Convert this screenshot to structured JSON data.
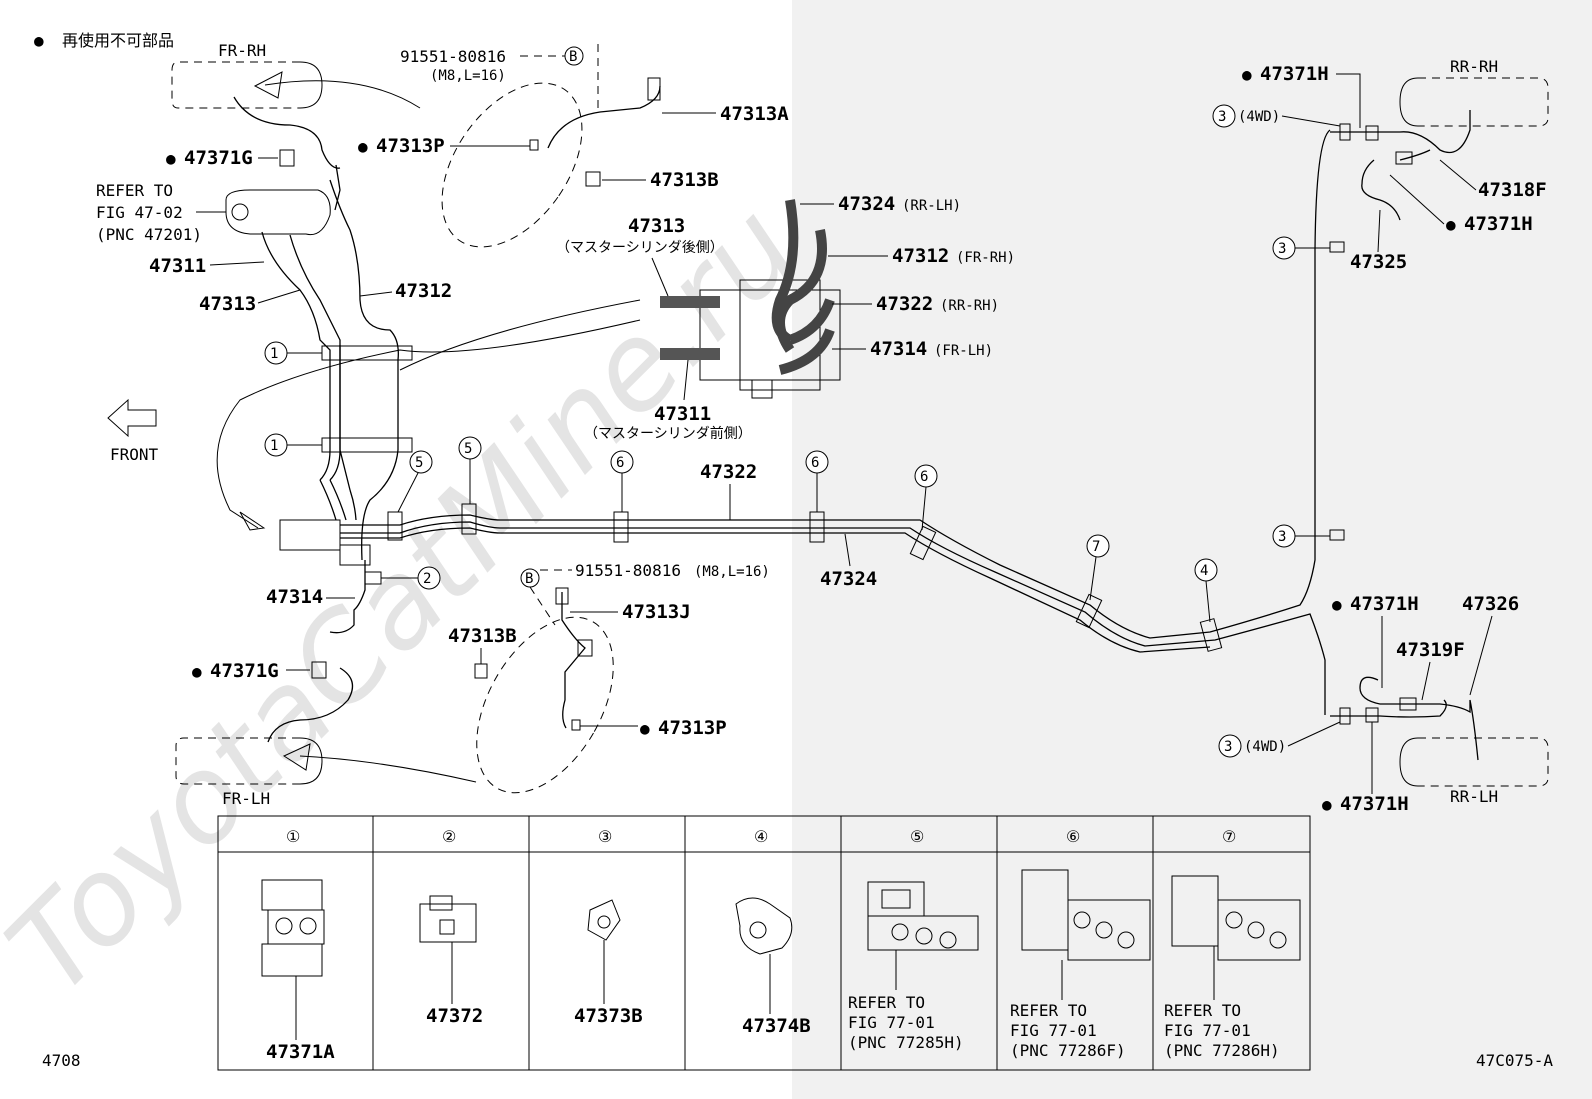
{
  "legend": {
    "bullet": "●",
    "text": "再使用不可部品"
  },
  "watermark": "ToyotaCatMine.ru",
  "wheels": {
    "fr_rh": "FR-RH",
    "fr_lh": "FR-LH",
    "rr_rh": "RR-RH",
    "rr_lh": "RR-LH"
  },
  "front_label": "FRONT",
  "refer_main": {
    "l1": "REFER TO",
    "l2": "FIG 47-02",
    "l3": "(PNC 47201)"
  },
  "parts": {
    "p91551_top": "91551-80816",
    "p91551_top_spec": "(M8,L=16)",
    "b_marker": "B",
    "p47313A": "47313A",
    "p47313P_top": "47313P",
    "p47313B_top": "47313B",
    "p47371G_top": "47371G",
    "p47311": "47311",
    "p47313": "47313",
    "p47312": "47312",
    "p47324_top": "47324",
    "p47324_top_suffix": "(RR-LH)",
    "p47313_mc": "47313",
    "mc_rear": "（マスターシリンダ後側）",
    "p47312_mc": "47312",
    "p47312_mc_suffix": "(FR-RH)",
    "p47322_mc": "47322",
    "p47322_mc_suffix": "(RR-RH)",
    "p47314_mc": "47314",
    "p47314_mc_suffix": "(FR-LH)",
    "p47311_mc": "47311",
    "mc_front": "（マスターシリンダ前側）",
    "p47322": "47322",
    "p47324": "47324",
    "p47314": "47314",
    "p91551_bot": "91551-80816",
    "p91551_bot_spec": "(M8,L=16)",
    "p47313J": "47313J",
    "p47313B_bot": "47313B",
    "p47313P_bot": "47313P",
    "p47371G_bot": "47371G",
    "p47371H_1": "47371H",
    "p4wd_top": "(4WD)",
    "p47318F": "47318F",
    "p47371H_2": "47371H",
    "p47325": "47325",
    "p47371H_3": "47371H",
    "p47326": "47326",
    "p47319F": "47319F",
    "p4wd_bot": "(4WD)",
    "p47371H_4": "47371H"
  },
  "clamp_numbers": [
    "①",
    "②",
    "③",
    "④",
    "⑤",
    "⑥",
    "⑦"
  ],
  "table": {
    "headers": [
      "①",
      "②",
      "③",
      "④",
      "⑤",
      "⑥",
      "⑦"
    ],
    "cells": [
      {
        "part": "47371A"
      },
      {
        "part": "47372"
      },
      {
        "part": "47373B"
      },
      {
        "part": "47374B"
      },
      {
        "l1": "REFER TO",
        "l2": "FIG 77-01",
        "l3": "(PNC 77285H)"
      },
      {
        "l1": "REFER TO",
        "l2": "FIG 77-01",
        "l3": "(PNC 77286F)"
      },
      {
        "l1": "REFER TO",
        "l2": "FIG 77-01",
        "l3": "(PNC 77286H)"
      }
    ]
  },
  "footer": {
    "left": "4708",
    "right": "47C075-A"
  }
}
